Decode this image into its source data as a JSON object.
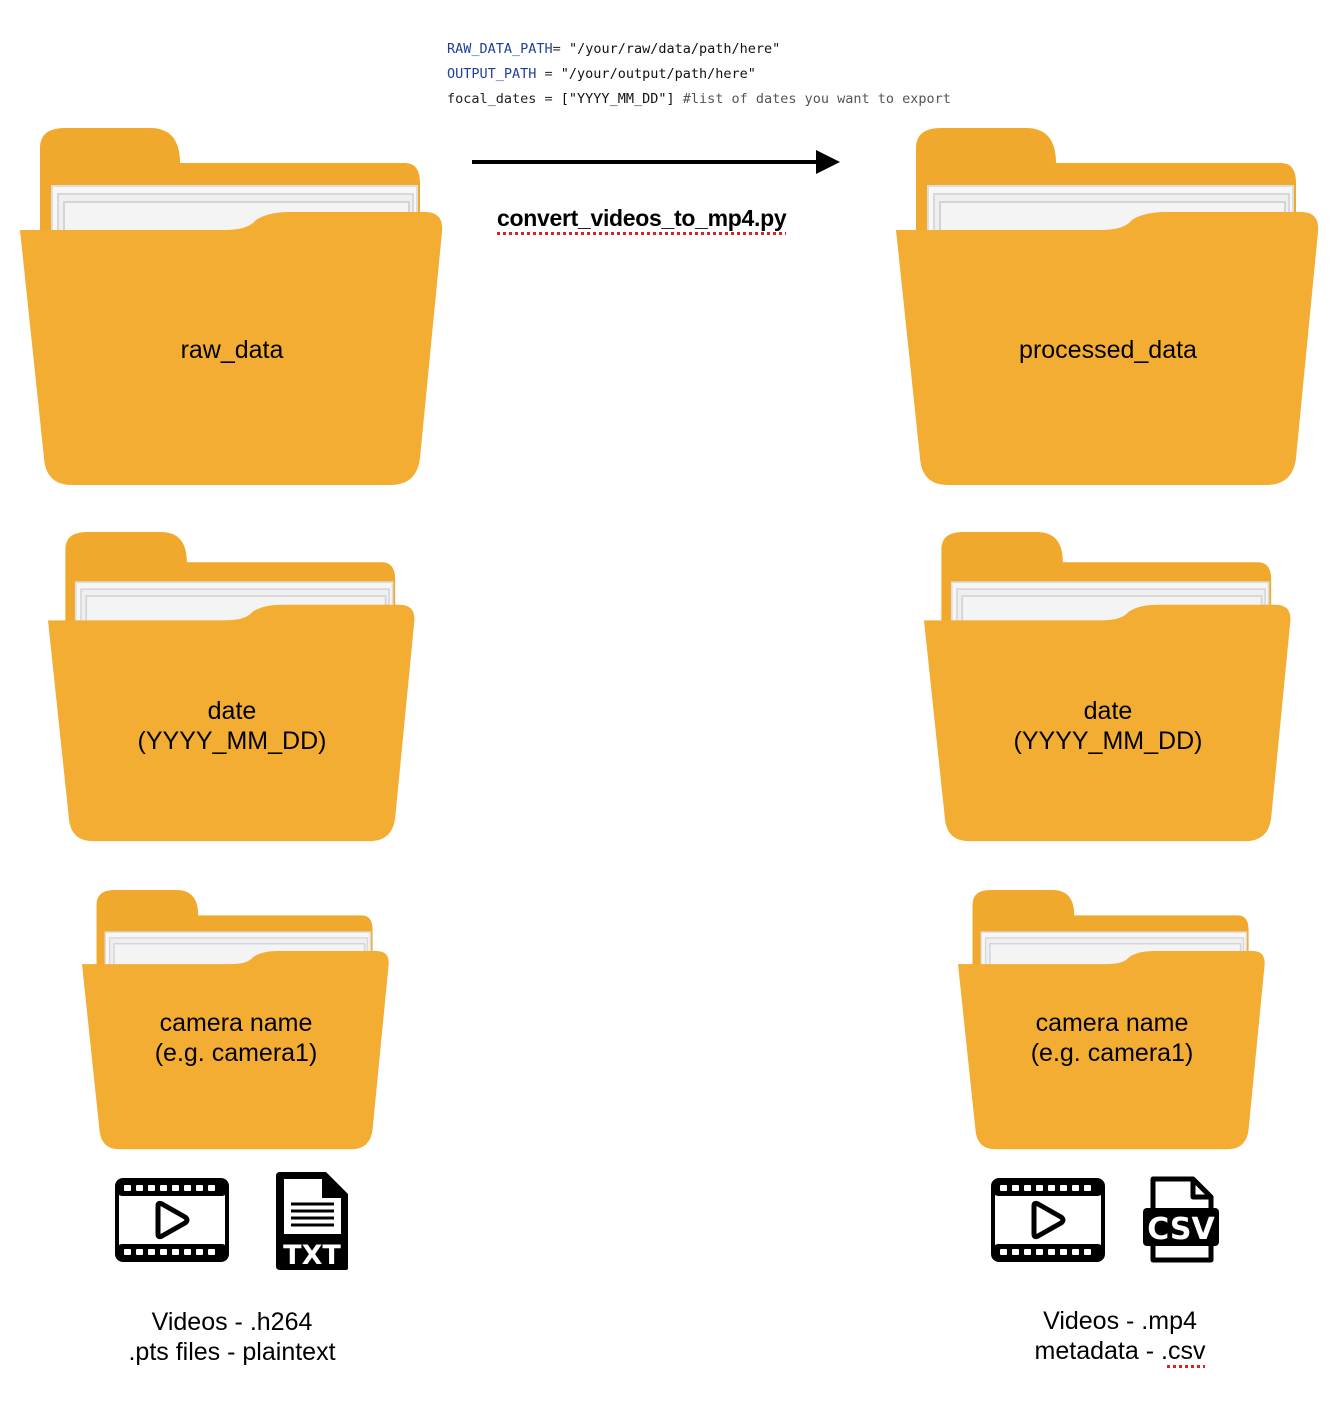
{
  "code": {
    "line1": {
      "var": "RAW_DATA_PATH",
      "op": "= ",
      "value": "\"/your/raw/data/path/here\""
    },
    "line2": {
      "var": "OUTPUT_PATH",
      "op": " = ",
      "value": "\"/your/output/path/here\""
    },
    "line3": {
      "var": "focal_dates",
      "op": " = ",
      "value": "[\"YYYY_MM_DD\"]",
      "comment": " #list of dates you want to export"
    }
  },
  "script_label": "convert_videos_to_mp4.py",
  "left": {
    "folder1": "raw_data",
    "folder2": {
      "line1": "date",
      "line2": "(YYYY_MM_DD)"
    },
    "folder3": {
      "line1": "camera name",
      "line2": "(e.g. camera1)"
    },
    "file_icons": [
      "video-icon",
      "txt-file-icon"
    ],
    "txt_icon_text": "TXT",
    "caption": {
      "line1": "Videos - .h264",
      "line2": ".pts files - plaintext"
    }
  },
  "right": {
    "folder1": "processed_data",
    "folder2": {
      "line1": "date",
      "line2": "(YYYY_MM_DD)"
    },
    "folder3": {
      "line1": "camera name",
      "line2": "(e.g. camera1)"
    },
    "file_icons": [
      "video-icon",
      "csv-file-icon"
    ],
    "csv_icon_text": "CSV",
    "caption": {
      "line1": "Videos - .mp4",
      "line2_prefix": "metadata - .",
      "line2_ext": "csv"
    }
  },
  "colors": {
    "folder": "#F3AD33",
    "folder_back": "#F1A92D",
    "paper": "#F2F2F2",
    "arrow": "#000000",
    "spell_underline": "#E02020"
  }
}
